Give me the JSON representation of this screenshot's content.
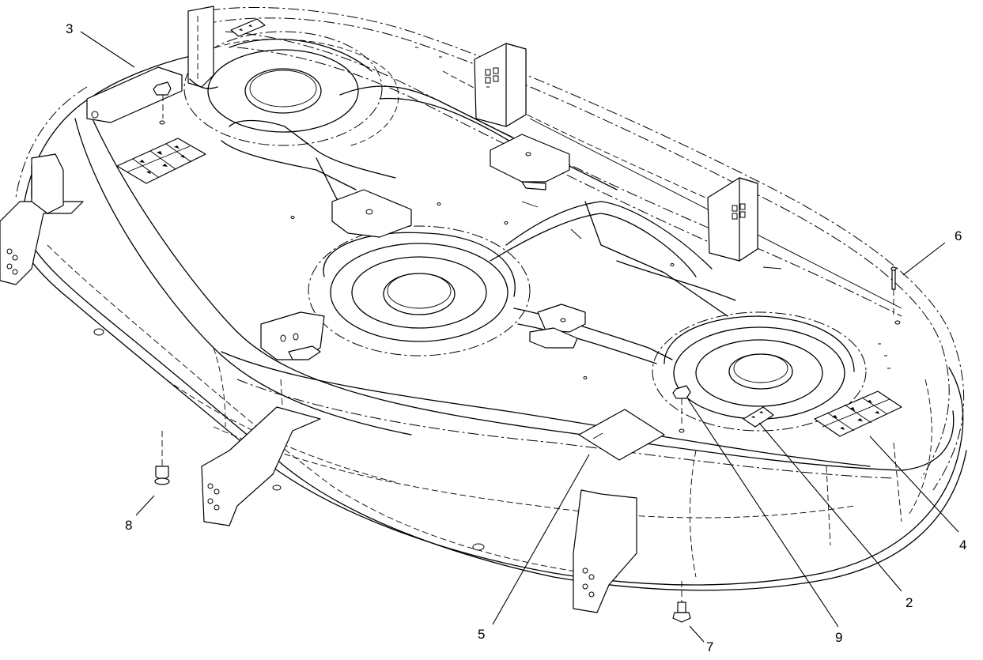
{
  "diagram": {
    "callouts": [
      {
        "id": "c3",
        "label": "3"
      },
      {
        "id": "c6",
        "label": "6"
      },
      {
        "id": "c8",
        "label": "8"
      },
      {
        "id": "c4",
        "label": "4"
      },
      {
        "id": "c2",
        "label": "2"
      },
      {
        "id": "c5",
        "label": "5"
      },
      {
        "id": "c9",
        "label": "9"
      },
      {
        "id": "c7",
        "label": "7"
      }
    ]
  }
}
